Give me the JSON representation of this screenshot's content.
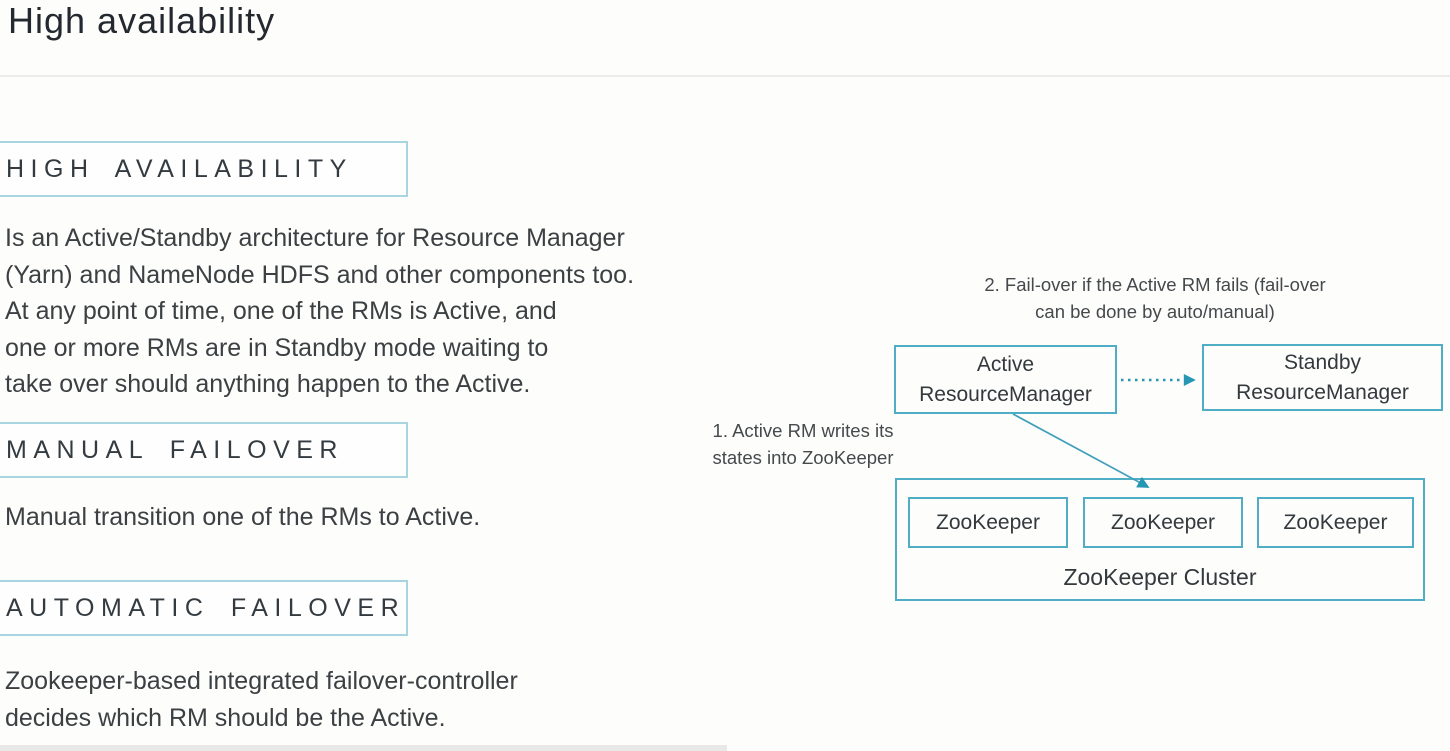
{
  "slide": {
    "title": "High availability",
    "sections": [
      {
        "heading": "HIGH AVAILABILITY",
        "body": "Is an Active/Standby architecture for Resource Manager\n(Yarn) and NameNode HDFS and other components too.\nAt any point of time, one of the RMs is Active, and\none or more RMs are in Standby mode waiting to\ntake over should anything happen to the Active."
      },
      {
        "heading": "MANUAL FAILOVER",
        "body": "Manual transition one of the RMs to Active."
      },
      {
        "heading": "AUTOMATIC FAILOVER",
        "body": "Zookeeper-based integrated failover-controller\ndecides which RM should be the Active."
      }
    ]
  },
  "diagram": {
    "annotations": {
      "failover": "2. Fail-over if the Active RM fails (fail-over\ncan be done by auto/manual)",
      "writes": "1. Active RM writes its\nstates into ZooKeeper"
    },
    "nodes": {
      "active_rm": "Active\nResourceManager",
      "standby_rm": "Standby\nResourceManager",
      "zookeeper1": "ZooKeeper",
      "zookeeper2": "ZooKeeper",
      "zookeeper3": "ZooKeeper",
      "cluster_label": "ZooKeeper Cluster"
    },
    "colors": {
      "node_border": "#4fadc6",
      "section_box_border": "#a9d5e0",
      "arrow": "#2796b3",
      "text": "#3c4043"
    }
  }
}
